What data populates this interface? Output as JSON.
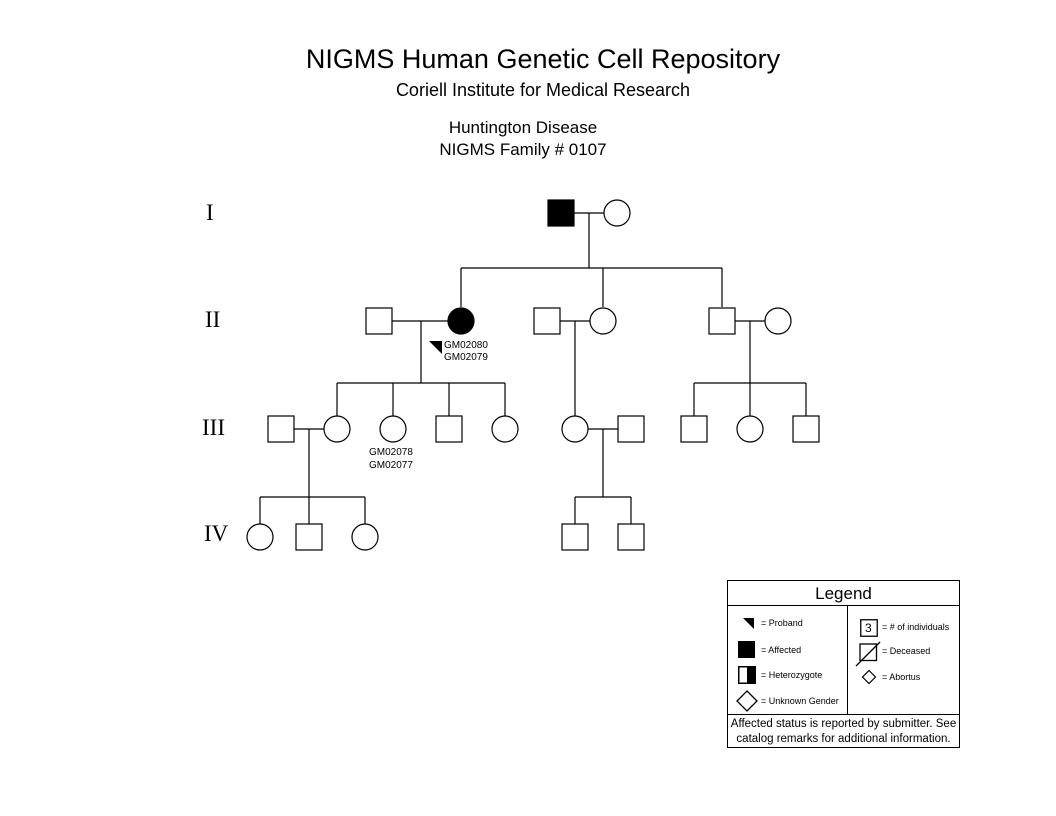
{
  "header": {
    "title": "NIGMS Human Genetic Cell Repository",
    "subtitle": "Coriell Institute for Medical Research",
    "disease": "Huntington Disease",
    "family": "NIGMS Family # 0107"
  },
  "generations": [
    "I",
    "II",
    "III",
    "IV"
  ],
  "pedigree": {
    "sample_ids": {
      "II_affected_female": [
        "GM02080",
        "GM02079"
      ],
      "III_female": [
        "GM02078",
        "GM02077"
      ]
    }
  },
  "legend": {
    "title": "Legend",
    "items": {
      "proband": "= Proband",
      "affected": "= Affected",
      "heterozygote": "= Heterozygote",
      "unknown_gender": "= Unknown Gender",
      "count_symbol_number": "3",
      "count": "= # of individuals",
      "deceased": "= Deceased",
      "abortus": "= Abortus"
    },
    "note_line1": "Affected status is reported by submitter. See",
    "note_line2": "catalog remarks for additional information."
  }
}
